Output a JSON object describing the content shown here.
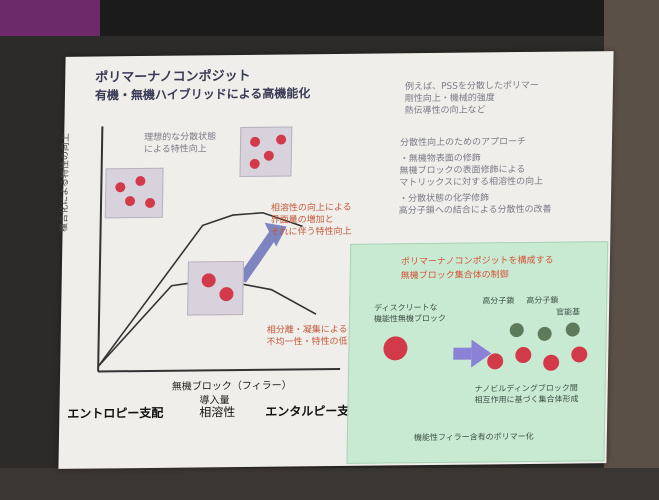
{
  "slide": {
    "title": "ポリマーナノコンポジット",
    "subtitle": "有機・無機ハイブリッドによる高機能化",
    "chart_notes": {
      "top_left": [
        "理想的な分散状態",
        "による特性向上"
      ],
      "middle_right": [
        "相溶性の向上による",
        "界面量の増加と",
        "それに伴う特性向上"
      ],
      "lower_right": [
        "相分離・凝集による",
        "不均一性・特性の低下"
      ]
    },
    "y_axis_label": "複合化による特性の向上",
    "x_axis_label_line1": "無機ブロック（フィラー）",
    "x_axis_label_line2": "導入量",
    "bottom_labels": {
      "entropy": "エントロピー支配",
      "compatibility": "相溶性",
      "enthalpy": "エンタルピー支配"
    },
    "right_notes": {
      "block1": [
        "例えば、PSSを分散したポリマー",
        "剛性向上・機械的強度",
        "熱伝導性の向上など"
      ],
      "block2_title": "分散性向上のためのアプローチ",
      "block2_items": [
        "・無機物表面の修飾",
        "無機ブロックの表面修飾による",
        "マトリックスに対する相溶性の向上",
        "・分散状態の化学修飾",
        "高分子鎖への結合による分散性の改善"
      ]
    },
    "green_panel": {
      "title_line1": "ポリマーナノコンポジットを構成する",
      "title_line2": "無機ブロック集合体の制御",
      "left_label": [
        "ディスクリートな",
        "機能性無機ブロック"
      ],
      "right_labels": [
        "高分子鎖",
        "高分子鎖",
        "官能基"
      ],
      "bottom_label1": [
        "ナノビルディングブロック間",
        "相互作用に基づく集合体形成"
      ],
      "bottom_label2": "機能性フィラー含有のポリマー化"
    }
  }
}
